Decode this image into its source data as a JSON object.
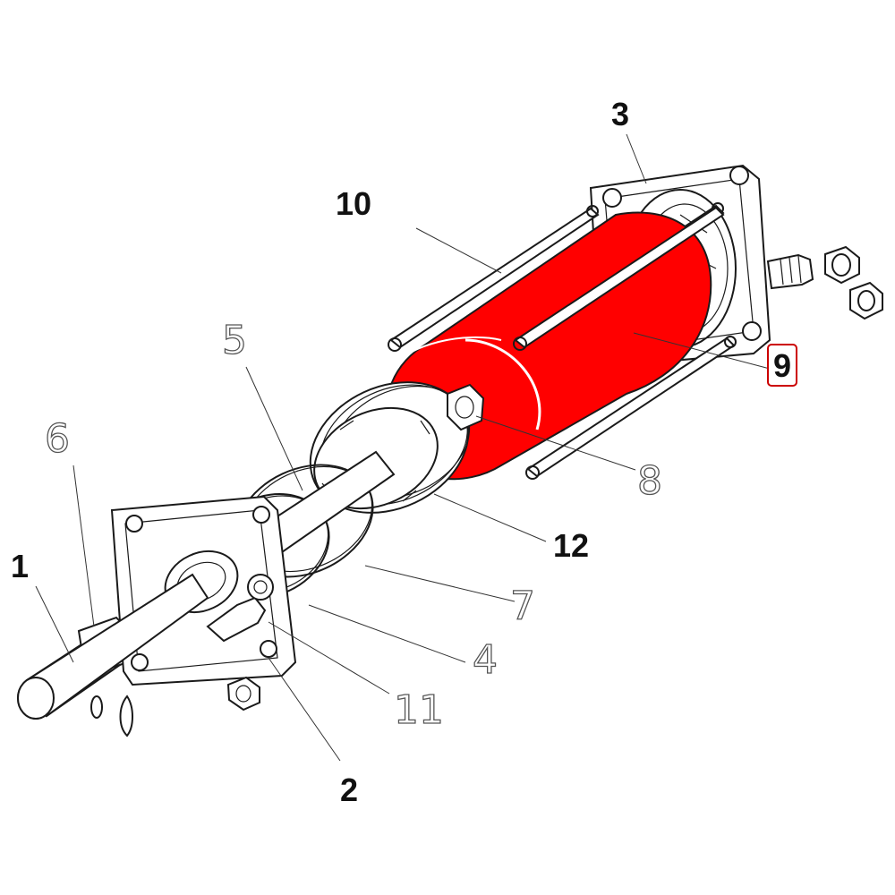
{
  "diagram": {
    "highlight_color": "#ff0000",
    "selected_label_border": "#cc0000",
    "parts": [
      {
        "id": "1",
        "label": "1"
      },
      {
        "id": "2",
        "label": "2"
      },
      {
        "id": "3",
        "label": "3"
      },
      {
        "id": "4",
        "label": "4"
      },
      {
        "id": "5",
        "label": "5"
      },
      {
        "id": "6",
        "label": "6"
      },
      {
        "id": "7",
        "label": "7"
      },
      {
        "id": "8",
        "label": "8"
      },
      {
        "id": "9",
        "label": "9",
        "selected": true
      },
      {
        "id": "10",
        "label": "10"
      },
      {
        "id": "11",
        "label": "11"
      },
      {
        "id": "12",
        "label": "12"
      }
    ]
  }
}
